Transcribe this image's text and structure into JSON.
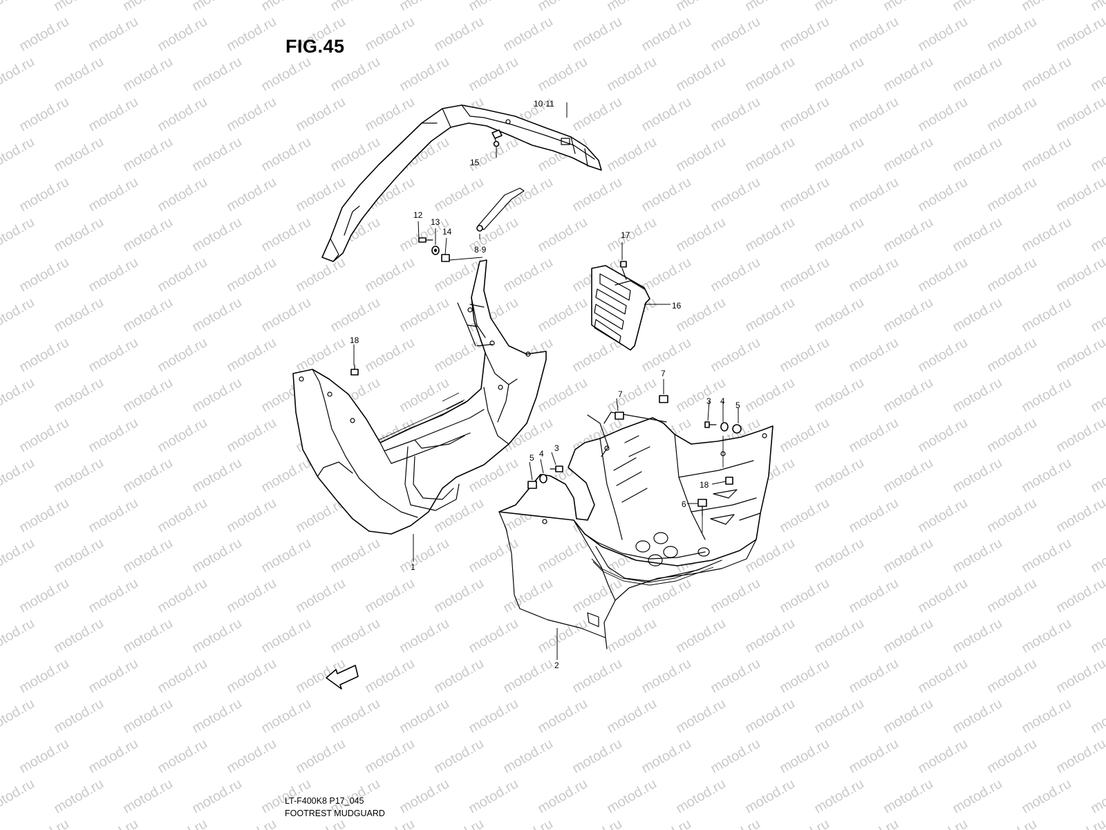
{
  "figure": {
    "title": "FIG.45",
    "code": "LT-F400K8 P17_045",
    "name": "FOOTREST MUDGUARD"
  },
  "watermark": "motod.ru",
  "fwd_label": "FWD",
  "callouts": [
    {
      "id": "c-10-11",
      "label": "10·11"
    },
    {
      "id": "c-15",
      "label": "15"
    },
    {
      "id": "c-12",
      "label": "12"
    },
    {
      "id": "c-13",
      "label": "13"
    },
    {
      "id": "c-14",
      "label": "14"
    },
    {
      "id": "c-8-9",
      "label": "8·9"
    },
    {
      "id": "c-17",
      "label": "17"
    },
    {
      "id": "c-16",
      "label": "16"
    },
    {
      "id": "c-18a",
      "label": "18"
    },
    {
      "id": "c-7a",
      "label": "7"
    },
    {
      "id": "c-7b",
      "label": "7"
    },
    {
      "id": "c-3a",
      "label": "3"
    },
    {
      "id": "c-4a",
      "label": "4"
    },
    {
      "id": "c-5a",
      "label": "5"
    },
    {
      "id": "c-5b",
      "label": "5"
    },
    {
      "id": "c-4b",
      "label": "4"
    },
    {
      "id": "c-3b",
      "label": "3"
    },
    {
      "id": "c-18b",
      "label": "18"
    },
    {
      "id": "c-6",
      "label": "6"
    },
    {
      "id": "c-1",
      "label": "1"
    },
    {
      "id": "c-2",
      "label": "2"
    }
  ]
}
